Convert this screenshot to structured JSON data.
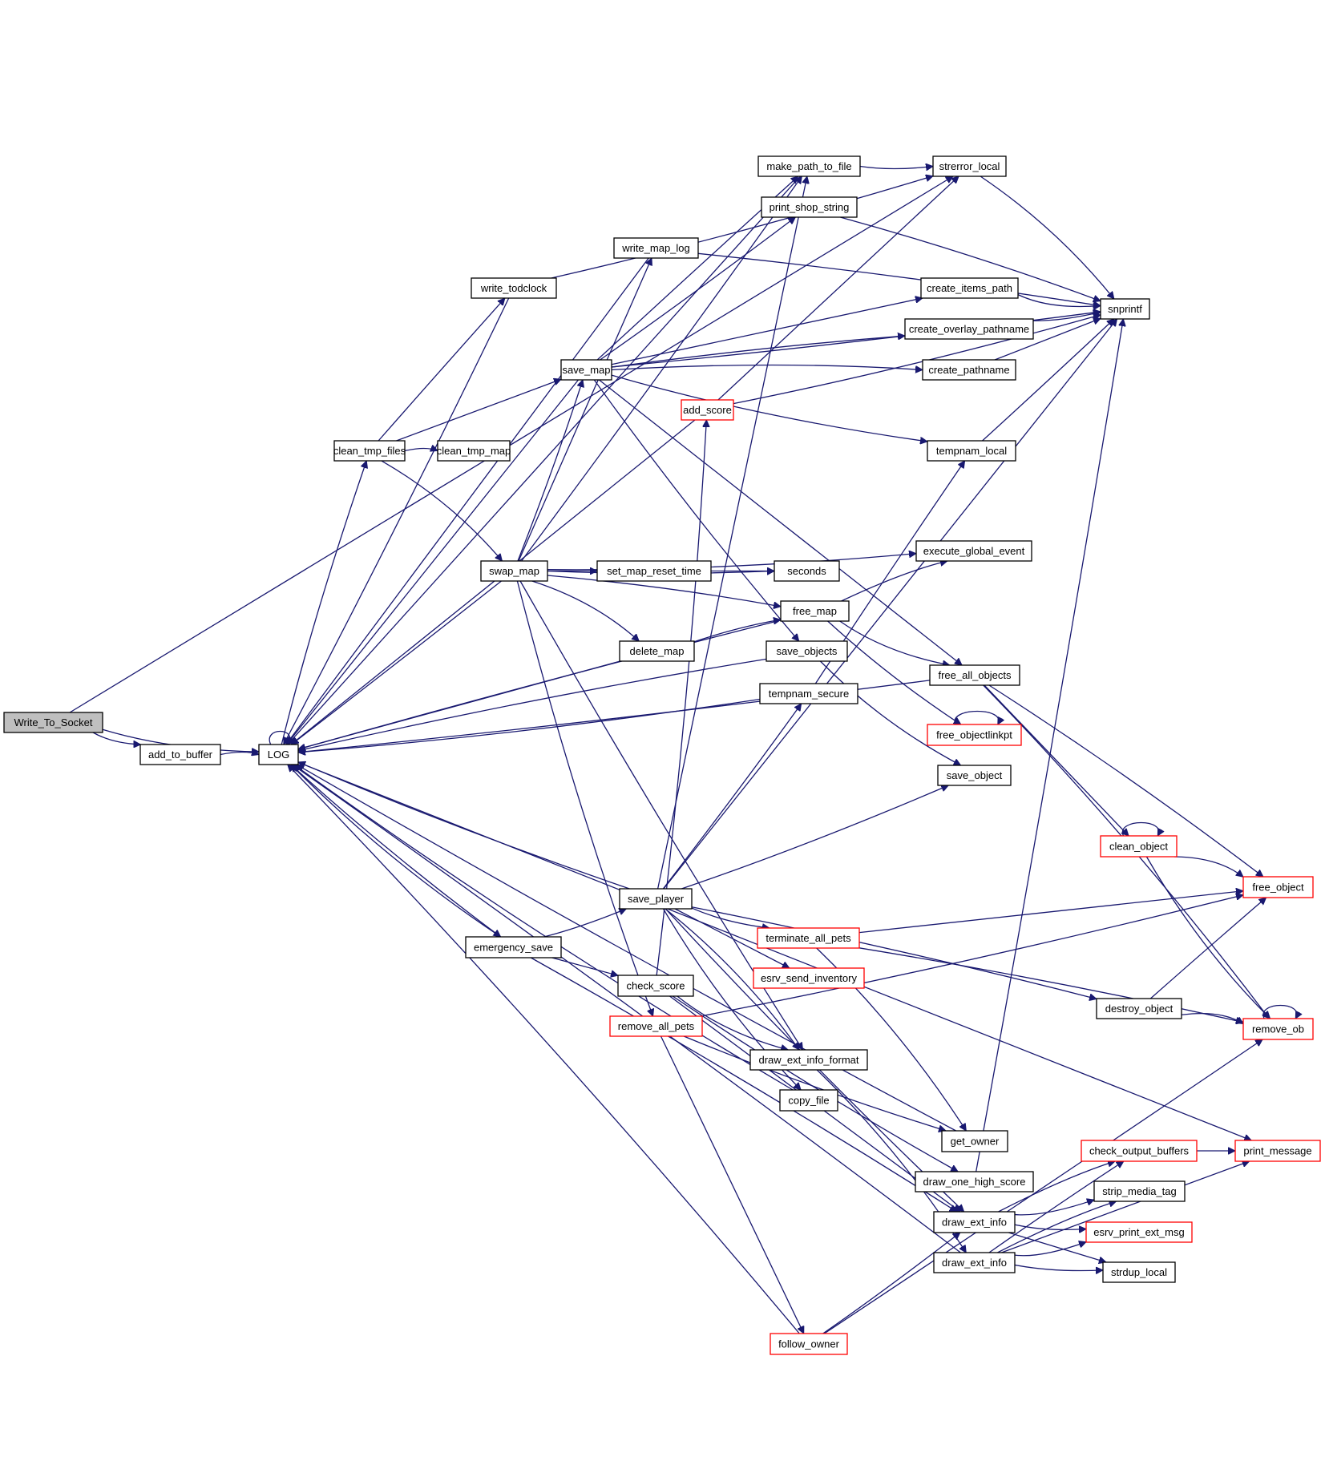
{
  "diagram": {
    "type": "call-graph",
    "root": "Write_To_Socket",
    "edge_color": "#191970",
    "node_border_default": "#000000",
    "node_border_truncated": "#ff0000",
    "root_fill": "#bfbfbf",
    "nodes": [
      {
        "id": "Write_To_Socket",
        "label": "Write_To_Socket",
        "style": "root"
      },
      {
        "id": "add_to_buffer",
        "label": "add_to_buffer",
        "style": "normal"
      },
      {
        "id": "LOG",
        "label": "LOG",
        "style": "normal"
      },
      {
        "id": "write_map_log",
        "label": "write_map_log",
        "style": "normal"
      },
      {
        "id": "write_todclock",
        "label": "write_todclock",
        "style": "normal"
      },
      {
        "id": "make_path_to_file",
        "label": "make_path_to_file",
        "style": "normal"
      },
      {
        "id": "print_shop_string",
        "label": "print_shop_string",
        "style": "normal"
      },
      {
        "id": "strerror_local",
        "label": "strerror_local",
        "style": "normal"
      },
      {
        "id": "snprintf",
        "label": "snprintf",
        "style": "normal"
      },
      {
        "id": "create_items_path",
        "label": "create_items_path",
        "style": "normal"
      },
      {
        "id": "create_overlay_pathname",
        "label": "create_overlay_pathname",
        "style": "normal"
      },
      {
        "id": "create_pathname",
        "label": "create_pathname",
        "style": "normal"
      },
      {
        "id": "save_map",
        "label": "save_map",
        "style": "normal"
      },
      {
        "id": "add_score",
        "label": "add_score",
        "style": "red"
      },
      {
        "id": "clean_tmp_files",
        "label": "clean_tmp_files",
        "style": "normal"
      },
      {
        "id": "clean_tmp_map",
        "label": "clean_tmp_map",
        "style": "normal"
      },
      {
        "id": "tempnam_local",
        "label": "tempnam_local",
        "style": "normal"
      },
      {
        "id": "swap_map",
        "label": "swap_map",
        "style": "normal"
      },
      {
        "id": "set_map_reset_time",
        "label": "set_map_reset_time",
        "style": "normal"
      },
      {
        "id": "seconds",
        "label": "seconds",
        "style": "normal"
      },
      {
        "id": "execute_global_event",
        "label": "execute_global_event",
        "style": "normal"
      },
      {
        "id": "free_map",
        "label": "free_map",
        "style": "normal"
      },
      {
        "id": "delete_map",
        "label": "delete_map",
        "style": "normal"
      },
      {
        "id": "save_objects",
        "label": "save_objects",
        "style": "normal"
      },
      {
        "id": "free_all_objects",
        "label": "free_all_objects",
        "style": "normal"
      },
      {
        "id": "tempnam_secure",
        "label": "tempnam_secure",
        "style": "normal"
      },
      {
        "id": "free_objectlinkpt",
        "label": "free_objectlinkpt",
        "style": "red"
      },
      {
        "id": "save_object",
        "label": "save_object",
        "style": "normal"
      },
      {
        "id": "clean_object",
        "label": "clean_object",
        "style": "red"
      },
      {
        "id": "free_object",
        "label": "free_object",
        "style": "red"
      },
      {
        "id": "save_player",
        "label": "save_player",
        "style": "normal"
      },
      {
        "id": "terminate_all_pets",
        "label": "terminate_all_pets",
        "style": "red"
      },
      {
        "id": "emergency_save",
        "label": "emergency_save",
        "style": "normal"
      },
      {
        "id": "esrv_send_inventory",
        "label": "esrv_send_inventory",
        "style": "red"
      },
      {
        "id": "check_score",
        "label": "check_score",
        "style": "normal"
      },
      {
        "id": "destroy_object",
        "label": "destroy_object",
        "style": "normal"
      },
      {
        "id": "remove_all_pets",
        "label": "remove_all_pets",
        "style": "red"
      },
      {
        "id": "remove_ob",
        "label": "remove_ob",
        "style": "red"
      },
      {
        "id": "draw_ext_info_format",
        "label": "draw_ext_info_format",
        "style": "normal"
      },
      {
        "id": "copy_file",
        "label": "copy_file",
        "style": "normal"
      },
      {
        "id": "get_owner",
        "label": "get_owner",
        "style": "normal"
      },
      {
        "id": "check_output_buffers",
        "label": "check_output_buffers",
        "style": "red"
      },
      {
        "id": "print_message",
        "label": "print_message",
        "style": "red"
      },
      {
        "id": "draw_one_high_score",
        "label": "draw_one_high_score",
        "style": "normal"
      },
      {
        "id": "strip_media_tag",
        "label": "strip_media_tag",
        "style": "normal"
      },
      {
        "id": "draw_ext_info_1",
        "label": "draw_ext_info",
        "style": "normal"
      },
      {
        "id": "esrv_print_ext_msg",
        "label": "esrv_print_ext_msg",
        "style": "red"
      },
      {
        "id": "draw_ext_info_2",
        "label": "draw_ext_info",
        "style": "normal"
      },
      {
        "id": "strdup_local",
        "label": "strdup_local",
        "style": "normal"
      },
      {
        "id": "follow_owner",
        "label": "follow_owner",
        "style": "red"
      }
    ],
    "edges": [
      [
        "Write_To_Socket",
        "LOG"
      ],
      [
        "Write_To_Socket",
        "add_to_buffer"
      ],
      [
        "Write_To_Socket",
        "strerror_local"
      ],
      [
        "add_to_buffer",
        "LOG"
      ],
      [
        "LOG",
        "LOG"
      ],
      [
        "LOG",
        "clean_tmp_files"
      ],
      [
        "LOG",
        "emergency_save"
      ],
      [
        "write_map_log",
        "LOG"
      ],
      [
        "write_map_log",
        "snprintf"
      ],
      [
        "write_todclock",
        "LOG"
      ],
      [
        "write_todclock",
        "strerror_local"
      ],
      [
        "make_path_to_file",
        "strerror_local"
      ],
      [
        "make_path_to_file",
        "LOG"
      ],
      [
        "print_shop_string",
        "snprintf"
      ],
      [
        "strerror_local",
        "snprintf"
      ],
      [
        "create_items_path",
        "snprintf"
      ],
      [
        "create_overlay_pathname",
        "snprintf"
      ],
      [
        "create_pathname",
        "snprintf"
      ],
      [
        "save_map",
        "LOG"
      ],
      [
        "save_map",
        "make_path_to_file"
      ],
      [
        "save_map",
        "print_shop_string"
      ],
      [
        "save_map",
        "snprintf"
      ],
      [
        "save_map",
        "create_items_path"
      ],
      [
        "save_map",
        "create_overlay_pathname"
      ],
      [
        "save_map",
        "create_pathname"
      ],
      [
        "save_map",
        "tempnam_local"
      ],
      [
        "save_map",
        "save_objects"
      ],
      [
        "save_map",
        "free_all_objects"
      ],
      [
        "add_score",
        "LOG"
      ],
      [
        "add_score",
        "strerror_local"
      ],
      [
        "add_score",
        "snprintf"
      ],
      [
        "clean_tmp_files",
        "write_todclock"
      ],
      [
        "clean_tmp_files",
        "save_map"
      ],
      [
        "clean_tmp_files",
        "clean_tmp_map"
      ],
      [
        "clean_tmp_files",
        "swap_map"
      ],
      [
        "tempnam_local",
        "snprintf"
      ],
      [
        "swap_map",
        "LOG"
      ],
      [
        "swap_map",
        "write_map_log"
      ],
      [
        "swap_map",
        "save_map"
      ],
      [
        "swap_map",
        "make_path_to_file"
      ],
      [
        "swap_map",
        "execute_global_event"
      ],
      [
        "swap_map",
        "seconds"
      ],
      [
        "swap_map",
        "set_map_reset_time"
      ],
      [
        "swap_map",
        "free_map"
      ],
      [
        "swap_map",
        "delete_map"
      ],
      [
        "swap_map",
        "remove_all_pets"
      ],
      [
        "swap_map",
        "draw_ext_info_format"
      ],
      [
        "set_map_reset_time",
        "seconds"
      ],
      [
        "free_map",
        "LOG"
      ],
      [
        "free_map",
        "execute_global_event"
      ],
      [
        "free_map",
        "free_all_objects"
      ],
      [
        "free_map",
        "free_objectlinkpt"
      ],
      [
        "delete_map",
        "LOG"
      ],
      [
        "delete_map",
        "free_map"
      ],
      [
        "save_objects",
        "LOG"
      ],
      [
        "save_objects",
        "save_object"
      ],
      [
        "free_all_objects",
        "LOG"
      ],
      [
        "free_all_objects",
        "clean_object"
      ],
      [
        "free_all_objects",
        "free_object"
      ],
      [
        "free_all_objects",
        "remove_ob"
      ],
      [
        "tempnam_secure",
        "LOG"
      ],
      [
        "tempnam_secure",
        "tempnam_local"
      ],
      [
        "free_objectlinkpt",
        "free_objectlinkpt"
      ],
      [
        "clean_object",
        "clean_object"
      ],
      [
        "clean_object",
        "free_object"
      ],
      [
        "clean_object",
        "remove_ob"
      ],
      [
        "save_player",
        "LOG"
      ],
      [
        "save_player",
        "make_path_to_file"
      ],
      [
        "save_player",
        "snprintf"
      ],
      [
        "save_player",
        "tempnam_secure"
      ],
      [
        "save_player",
        "save_object"
      ],
      [
        "save_player",
        "terminate_all_pets"
      ],
      [
        "save_player",
        "esrv_send_inventory"
      ],
      [
        "save_player",
        "destroy_object"
      ],
      [
        "save_player",
        "draw_ext_info_format"
      ],
      [
        "save_player",
        "copy_file"
      ],
      [
        "save_player",
        "draw_ext_info_1"
      ],
      [
        "terminate_all_pets",
        "free_object"
      ],
      [
        "terminate_all_pets",
        "remove_ob"
      ],
      [
        "terminate_all_pets",
        "get_owner"
      ],
      [
        "emergency_save",
        "LOG"
      ],
      [
        "emergency_save",
        "save_player"
      ],
      [
        "emergency_save",
        "check_score"
      ],
      [
        "emergency_save",
        "draw_ext_info_1"
      ],
      [
        "check_score",
        "add_score"
      ],
      [
        "check_score",
        "draw_ext_info_format"
      ],
      [
        "check_score",
        "draw_one_high_score"
      ],
      [
        "check_score",
        "draw_ext_info_1"
      ],
      [
        "destroy_object",
        "free_object"
      ],
      [
        "destroy_object",
        "remove_ob"
      ],
      [
        "remove_all_pets",
        "free_object"
      ],
      [
        "remove_all_pets",
        "get_owner"
      ],
      [
        "remove_all_pets",
        "follow_owner"
      ],
      [
        "remove_ob",
        "remove_ob"
      ],
      [
        "draw_ext_info_format",
        "draw_ext_info_2"
      ],
      [
        "copy_file",
        "LOG"
      ],
      [
        "get_owner",
        "LOG"
      ],
      [
        "check_output_buffers",
        "print_message"
      ],
      [
        "draw_one_high_score",
        "snprintf"
      ],
      [
        "draw_ext_info_1",
        "check_output_buffers"
      ],
      [
        "draw_ext_info_1",
        "strip_media_tag"
      ],
      [
        "draw_ext_info_1",
        "esrv_print_ext_msg"
      ],
      [
        "draw_ext_info_1",
        "strdup_local"
      ],
      [
        "draw_ext_info_2",
        "check_output_buffers"
      ],
      [
        "draw_ext_info_2",
        "strip_media_tag"
      ],
      [
        "draw_ext_info_2",
        "esrv_print_ext_msg"
      ],
      [
        "draw_ext_info_2",
        "strdup_local"
      ],
      [
        "draw_ext_info_2",
        "print_message"
      ],
      [
        "draw_ext_info_2",
        "LOG"
      ],
      [
        "follow_owner",
        "LOG"
      ],
      [
        "follow_owner",
        "draw_ext_info_1"
      ],
      [
        "follow_owner",
        "remove_ob"
      ],
      [
        "LOG",
        "print_message"
      ]
    ]
  }
}
